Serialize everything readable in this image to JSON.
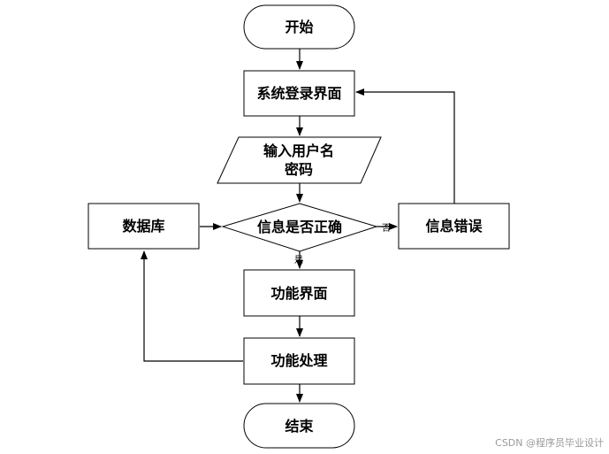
{
  "diagram": {
    "nodes": {
      "start": "开始",
      "login": "系统登录界面",
      "input_line1": "输入用户名",
      "input_line2": "密码",
      "decision": "信息是否正确",
      "database": "数据库",
      "error": "信息错误",
      "func_ui": "功能界面",
      "func_proc": "功能处理",
      "end": "结束"
    },
    "edge_labels": {
      "no": "否",
      "yes": "是"
    }
  },
  "watermark": "CSDN @程序员毕业设计"
}
